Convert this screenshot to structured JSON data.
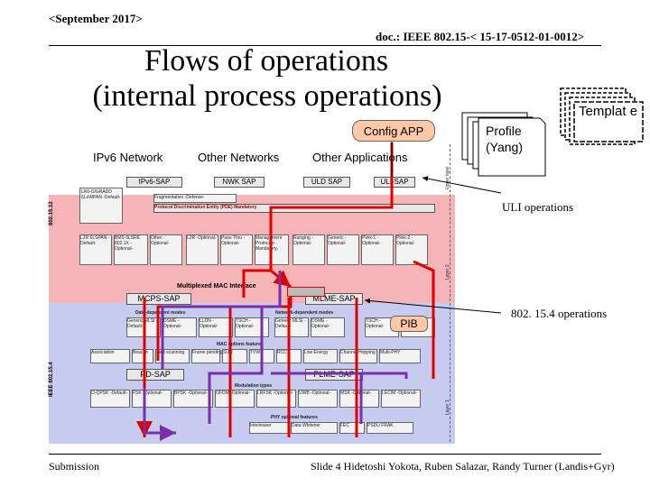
{
  "header": {
    "date": "<September 2017>",
    "doc": "doc.: IEEE 802.15-< 15-17-0512-01-0012>"
  },
  "title": {
    "line1": "Flows of operations",
    "line2": "(internal process operations)"
  },
  "boxes": {
    "config_app": "Config APP",
    "profile": "Profile (Yang)",
    "template": "Templat e",
    "pib": "PIB"
  },
  "labels": {
    "uli_operations": "ULI operations",
    "op_802154": "802. 15.4 operations"
  },
  "diagram": {
    "networks": [
      "IPv6 Network",
      "Other Networks",
      "Other Applications"
    ],
    "sap_top": [
      "IPv6-SAP",
      "NWK SAP",
      "ULD SAP",
      "ULI-SAP"
    ],
    "pde_label": "Protocol Discrimination Entity (PDE) Mandatory",
    "fragmentation": "Fragmentation -Defense-",
    "lowpan": "LR6-D/GRADD 6LoWPAN -Default-",
    "mid_row": [
      "L2R 6LSPAN -Default-",
      "BMS 6LSRE 802.1X -Optional-",
      "Other -Optional-",
      "L2R -Optional-",
      "Pass-Thru -Optional-",
      "Management Protocols -Mandatory-",
      "Ranging -Optional-",
      "Generic -Optional-",
      "Plink-1 -Optional-",
      "Plink-2 -Optional-"
    ],
    "mux_label": "Multiplexed MAC Interface",
    "mcps": "MCPS-SAP",
    "mlme": "MLME-SAP",
    "ie": "802.15.12",
    "ie154": "IEEE 802.15.4",
    "sec_modes": "Data-dependent modes",
    "net_modes": "Network-dependent modes",
    "mac_row": [
      "Generic MLSI -Default-",
      "DSME -Optional-",
      "LLDN -Optional-",
      "TSCH -Optional-",
      "Generic MLSI -Default-",
      "DSME -Optional-",
      "TSCH -Optional-",
      "LLDN -Optional-"
    ],
    "mac_opts": "MAC options features",
    "mac_opts_row": [
      "Association",
      "Beacon",
      "Fast scanning",
      "Frame pending",
      "SUN",
      "TVWS",
      "RCC",
      "Low Energy",
      "Channel Hopping",
      "Multi-PHY"
    ],
    "pd_sap": "PD-SAP",
    "plme_sap": "PLME-SAP",
    "phy_label": "Modulation types",
    "phy_row": [
      "O-QPSK -Default-",
      "FSK -Optional-",
      "BPSK -Optional-",
      "OFDM -Optional-",
      "LRFSK -Optional-",
      "UWB -Optional-",
      "MSK -Optional-",
      "LECIM -Optional-"
    ],
    "phy_opts": "PHY optional features",
    "phy_opts_row": [
      "Interleaver",
      "Data Whitener",
      "FEC",
      "PSDU FRAK"
    ],
    "side_upper": "Upper layer",
    "side_mid": "Layer 2",
    "side_lower": "Layer 1"
  },
  "footer": {
    "left": "Submission",
    "right": "Slide 4    Hidetoshi Yokota, Ruben Salazar, Randy Turner (Landis+Gyr)"
  },
  "colors": {
    "upper_bg": "#f5b4b8",
    "lower_bg": "#c6cbef",
    "red": "#e00000",
    "purple": "#7a2ea8"
  }
}
